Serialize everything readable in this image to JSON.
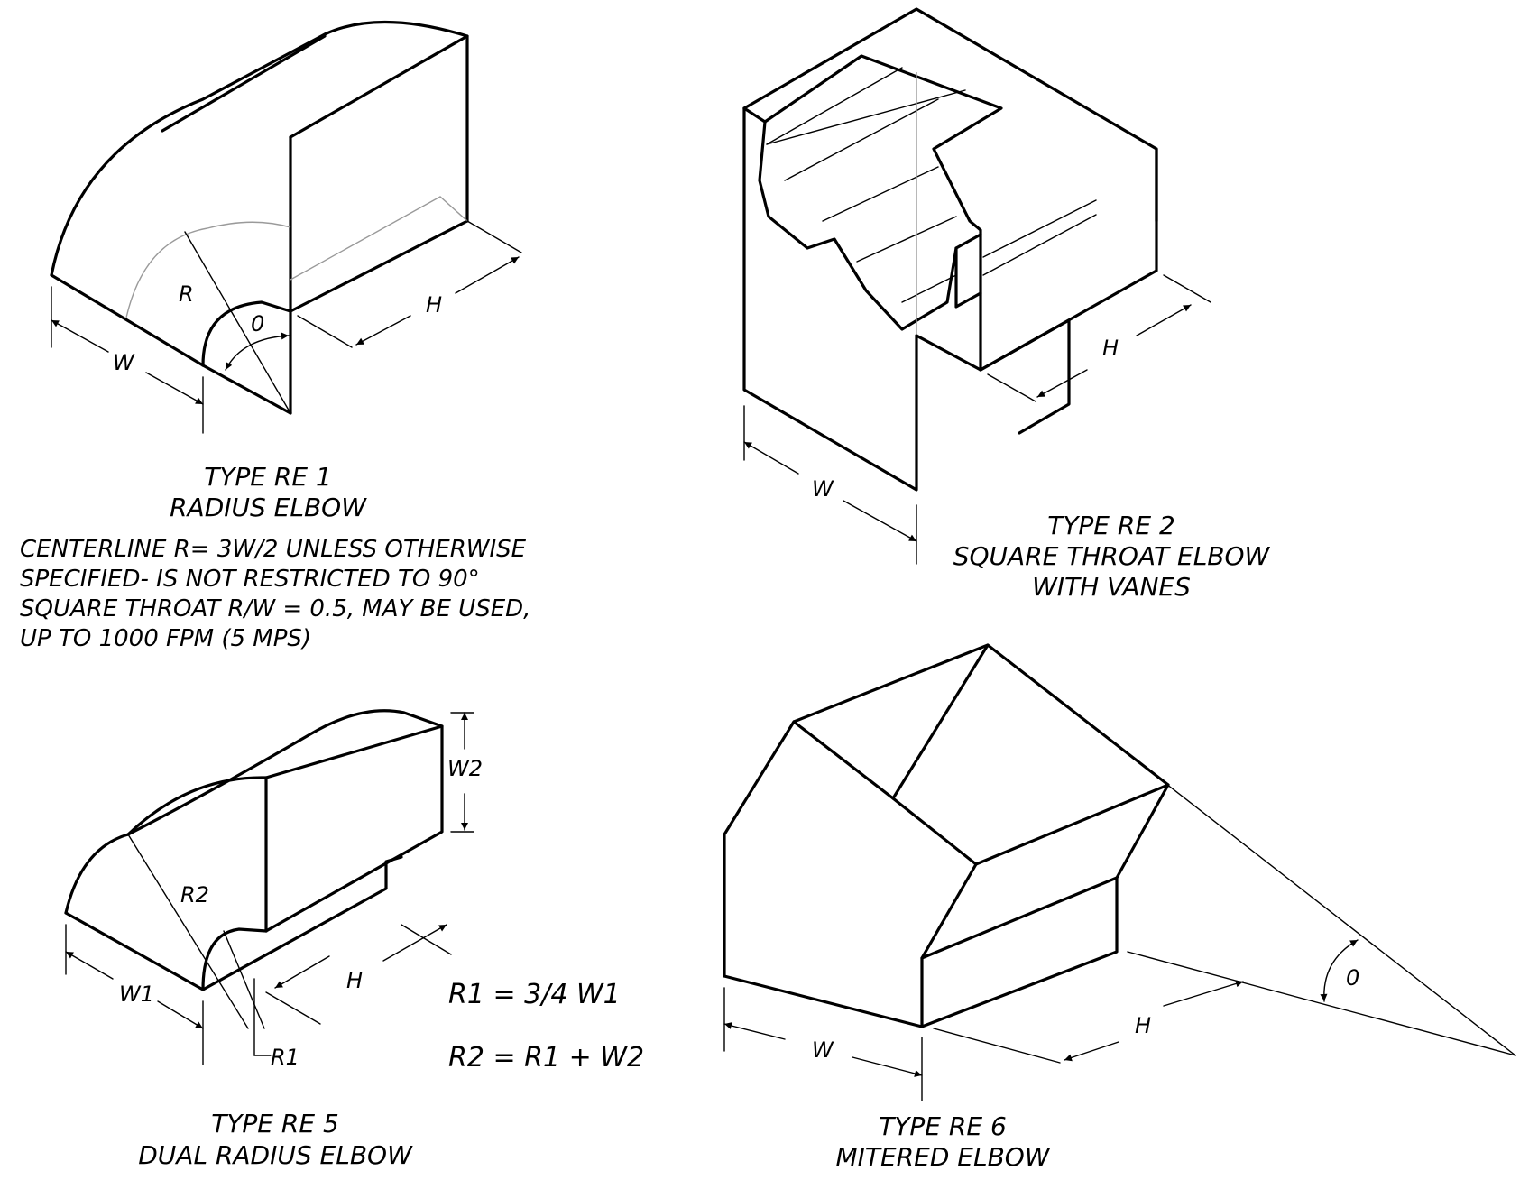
{
  "re1": {
    "title": "TYPE RE 1",
    "subtitle": "RADIUS ELBOW",
    "notes": [
      "CENTERLINE R= 3W/2 UNLESS OTHERWISE",
      "SPECIFIED- IS NOT RESTRICTED TO 90°",
      "SQUARE THROAT R/W = 0.5, MAY BE USED,",
      "UP TO 1000 FPM (5 MPS)"
    ],
    "dims": {
      "r": "R",
      "theta": "0",
      "w": "W",
      "h": "H"
    }
  },
  "re2": {
    "title": "TYPE RE 2",
    "subtitle": "SQUARE THROAT ELBOW",
    "subtitle2": "WITH VANES",
    "dims": {
      "w": "W",
      "h": "H"
    }
  },
  "re5": {
    "title": "TYPE RE 5",
    "subtitle": "DUAL RADIUS ELBOW",
    "dims": {
      "w1": "W1",
      "w2": "W2",
      "r1": "R1",
      "r2": "R2",
      "h": "H"
    },
    "equations": [
      "R1  =  3/4   W1",
      "R2  =  R1  +  W2"
    ]
  },
  "re6": {
    "title": "TYPE RE 6",
    "subtitle": "MITERED ELBOW",
    "dims": {
      "w": "W",
      "h": "H",
      "theta": "0"
    }
  }
}
